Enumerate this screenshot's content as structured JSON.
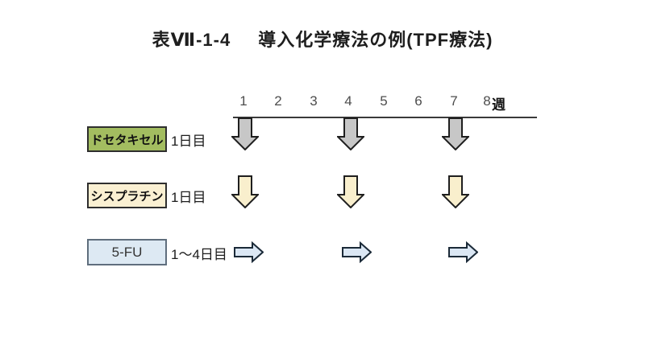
{
  "figure": {
    "label": "表Ⅶ-1-4",
    "title": "導入化学療法の例(TPF療法)"
  },
  "timeline": {
    "week_numbers": [
      "1",
      "2",
      "3",
      "4",
      "5",
      "6",
      "7",
      "8"
    ],
    "unit_label": "週"
  },
  "rows": [
    {
      "drug_name": "ドセタキセル",
      "schedule_label": "1日目",
      "administration_weeks": [
        1,
        4,
        7
      ],
      "arrow_direction": "down",
      "box_color": "#a3bd60",
      "arrow_fill": "#c7c7c7"
    },
    {
      "drug_name": "シスプラチン",
      "schedule_label": "1日目",
      "administration_weeks": [
        1,
        4,
        7
      ],
      "arrow_direction": "down",
      "box_color": "#faf0d2",
      "arrow_fill": "#f9efcd"
    },
    {
      "drug_name": "5-FU",
      "schedule_label": "1～4日目",
      "administration_weeks": [
        1,
        4,
        7
      ],
      "arrow_direction": "right",
      "box_color": "#dde9f3",
      "arrow_fill": "#dbe7f4"
    }
  ]
}
